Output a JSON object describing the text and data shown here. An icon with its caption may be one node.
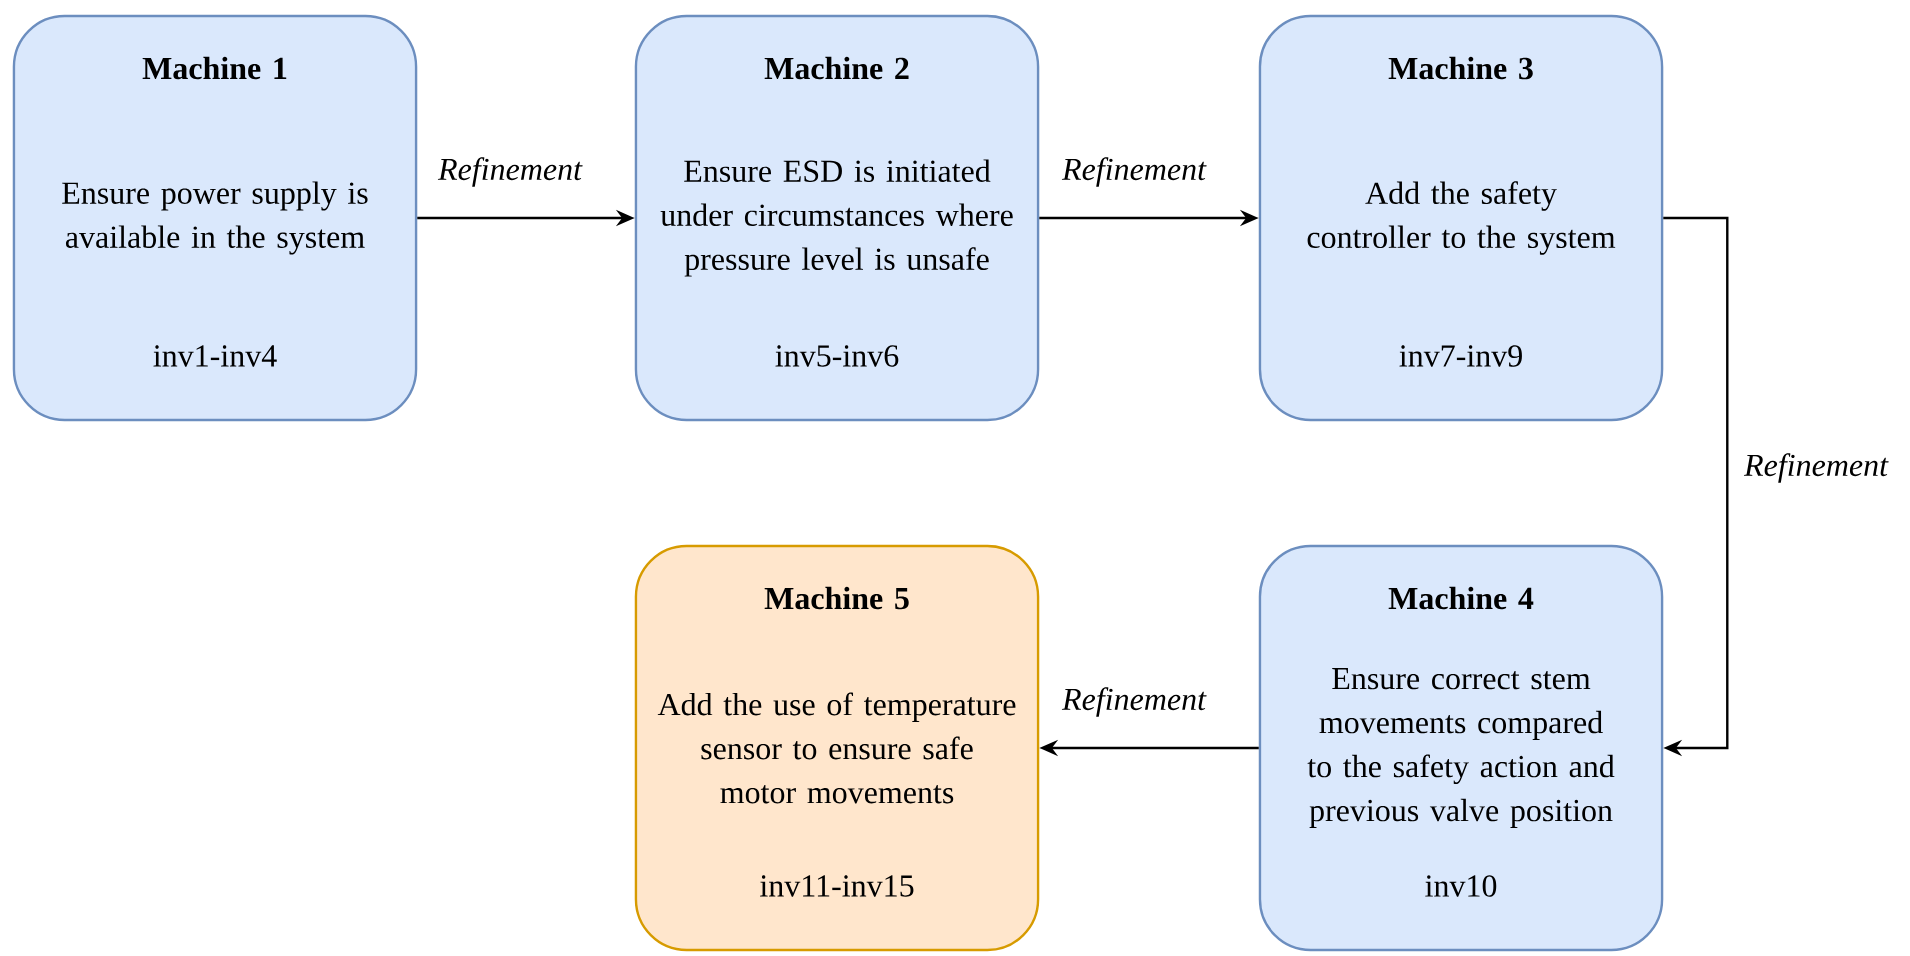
{
  "diagram": {
    "nodes": [
      {
        "text": [
          "Machine 1",
          "Ensure power supply is available in the system",
          "inv1-inv4"
        ]
      },
      {
        "text": [
          "Machine 2",
          "Ensure ESD is initiated under circumstances where pressure level is unsafe",
          "inv5-inv6"
        ]
      },
      {
        "text": [
          "Machine 3",
          "Add the safety controller to the system",
          "inv7-inv9"
        ]
      },
      {
        "text": [
          "Machine 4",
          "Ensure correct stem movements compared to the safety action and previous valve position",
          "inv10"
        ]
      },
      {
        "text": [
          "Machine 5",
          "Add the use of temperature sensor to ensure safe motor movements",
          "inv11-inv15"
        ]
      }
    ],
    "edges": [
      {
        "from": 0,
        "to": 1,
        "arrow": "to",
        "label": "Refinement"
      },
      {
        "from": 1,
        "to": 2,
        "arrow": "to",
        "label": "Refinement"
      },
      {
        "from": 2,
        "to": 3,
        "arrow": "to",
        "label": "Refinement"
      },
      {
        "from": 3,
        "to": 4,
        "arrow": "to",
        "label": "Refinement"
      }
    ]
  }
}
